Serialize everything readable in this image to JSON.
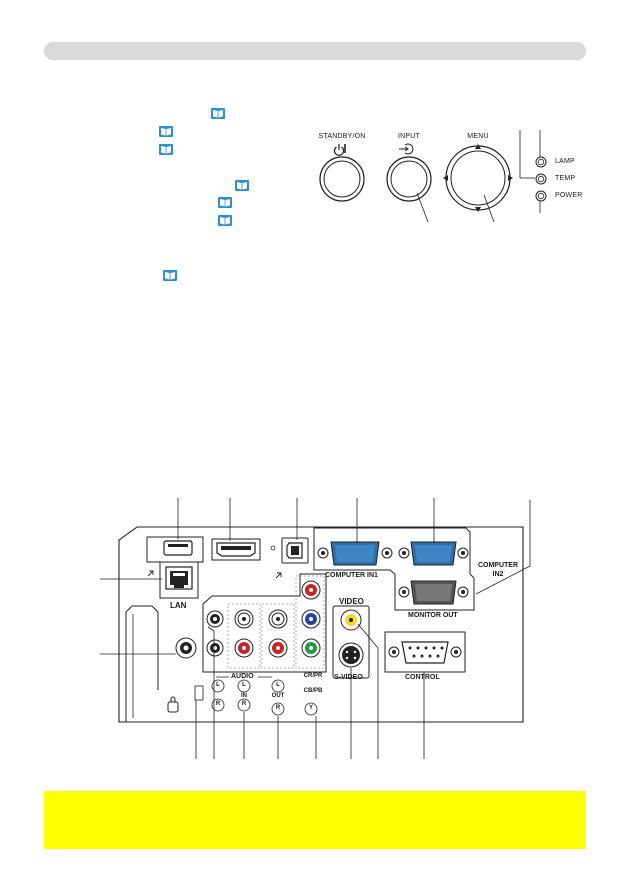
{
  "control_panel": {
    "standby_label": "STANDBY/ON",
    "input_label": "INPUT",
    "menu_label": "MENU",
    "indicators": [
      "LAMP",
      "TEMP",
      "POWER"
    ]
  },
  "rear_panel": {
    "lan_label": "LAN",
    "computer_in1_label": "COMPUTER IN1",
    "computer_in2_label": "COMPUTER IN2",
    "monitor_out_label": "MONITOR OUT",
    "video_label": "VIDEO",
    "s_video_label": "S-VIDEO",
    "control_label": "CONTROL",
    "audio_label": "AUDIO",
    "audio_in_label": "IN",
    "audio_out_label": "OUT",
    "l_label": "L",
    "r_label": "R",
    "component_labels": [
      "CR/PR",
      "CB/PB",
      "Y"
    ]
  },
  "colors": {
    "header_bar": "#d9d9d9",
    "note_box": "#ffff00",
    "book_icon": "#2a8fd6",
    "rca_red": "#cc2222",
    "rca_blue": "#2244aa",
    "rca_green": "#229944",
    "rca_yellow": "#eedd22"
  }
}
